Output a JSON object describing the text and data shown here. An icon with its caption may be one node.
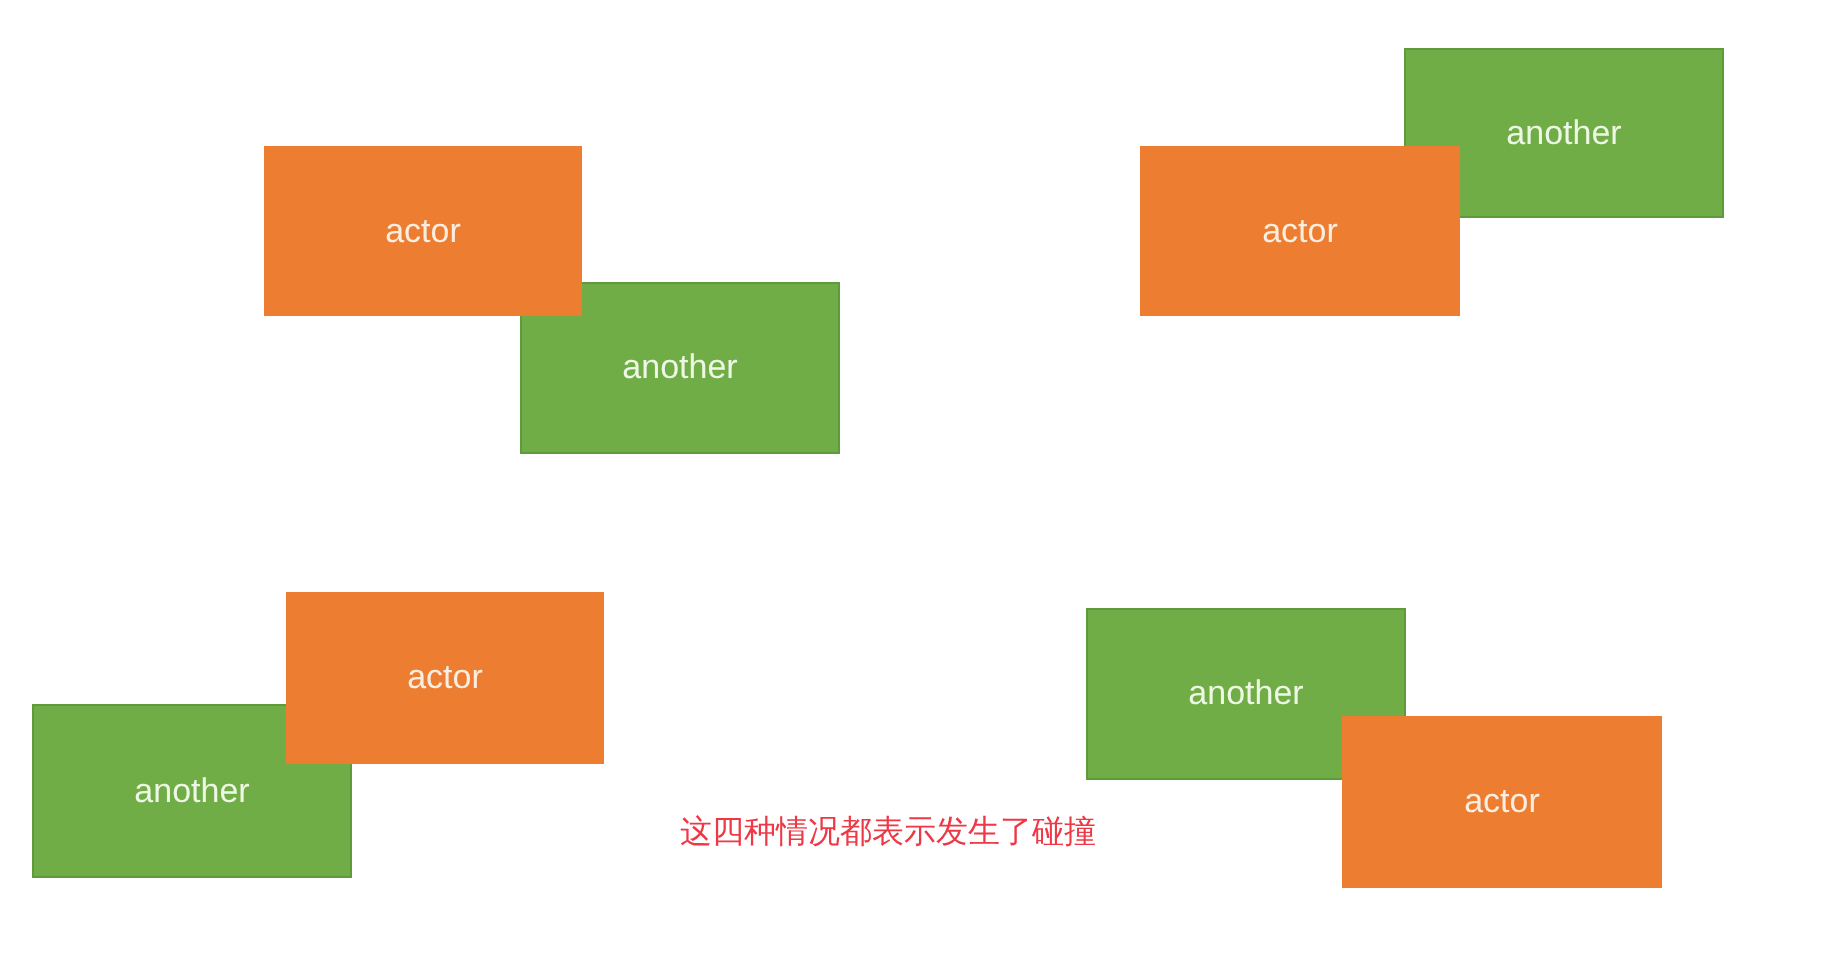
{
  "diagram": {
    "nodes": [
      {
        "text": [
          "actor"
        ]
      },
      {
        "text": [
          "another"
        ]
      },
      {
        "text": [
          "another"
        ]
      },
      {
        "text": [
          "actor"
        ]
      },
      {
        "text": [
          "actor"
        ]
      },
      {
        "text": [
          "another"
        ]
      },
      {
        "text": [
          "another"
        ]
      },
      {
        "text": [
          "actor"
        ]
      }
    ],
    "labels": [
      "这四种情况都表示发生了碰撞"
    ]
  }
}
